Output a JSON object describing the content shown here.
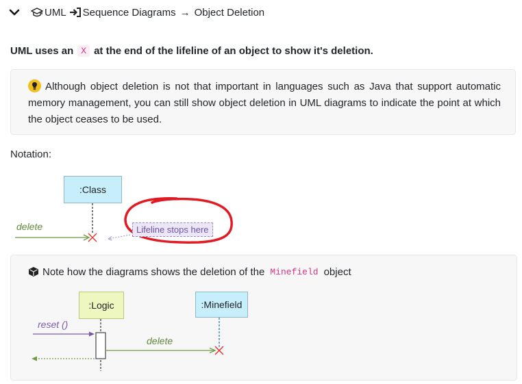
{
  "breadcrumb": {
    "part1": "UML",
    "part2": "Sequence Diagrams",
    "separator": "→",
    "part3": "Object Deletion"
  },
  "statement": {
    "before": "UML uses an",
    "code": "X",
    "after": "at the end of the lifeline of an object to show it's deletion."
  },
  "tip": {
    "text": "Although object deletion is not that important in languages such as Java that support automatic memory management, you can still show object deletion in UML diagrams to indicate the point at which the object ceases to be used."
  },
  "notation_label": "Notation:",
  "diagram1": {
    "class_label": ":Class",
    "message_label": "delete",
    "note_label": "Lifeline stops here"
  },
  "note": {
    "before": "Note how the diagrams shows the deletion of the",
    "code": "Minefield",
    "after": "object"
  },
  "diagram2": {
    "logic_label": ":Logic",
    "minefield_label": ":Minefield",
    "reset_label": "reset ()",
    "delete_label": "delete"
  },
  "colors": {
    "class_fill": "#c7eefb",
    "logic_fill": "#eef7c0",
    "delete_cross": "#e53935",
    "message_green": "#5f8a3c",
    "call_purple": "#7c5aa8",
    "highlight_circle": "#e01b24",
    "code_pink": "#d63384"
  }
}
